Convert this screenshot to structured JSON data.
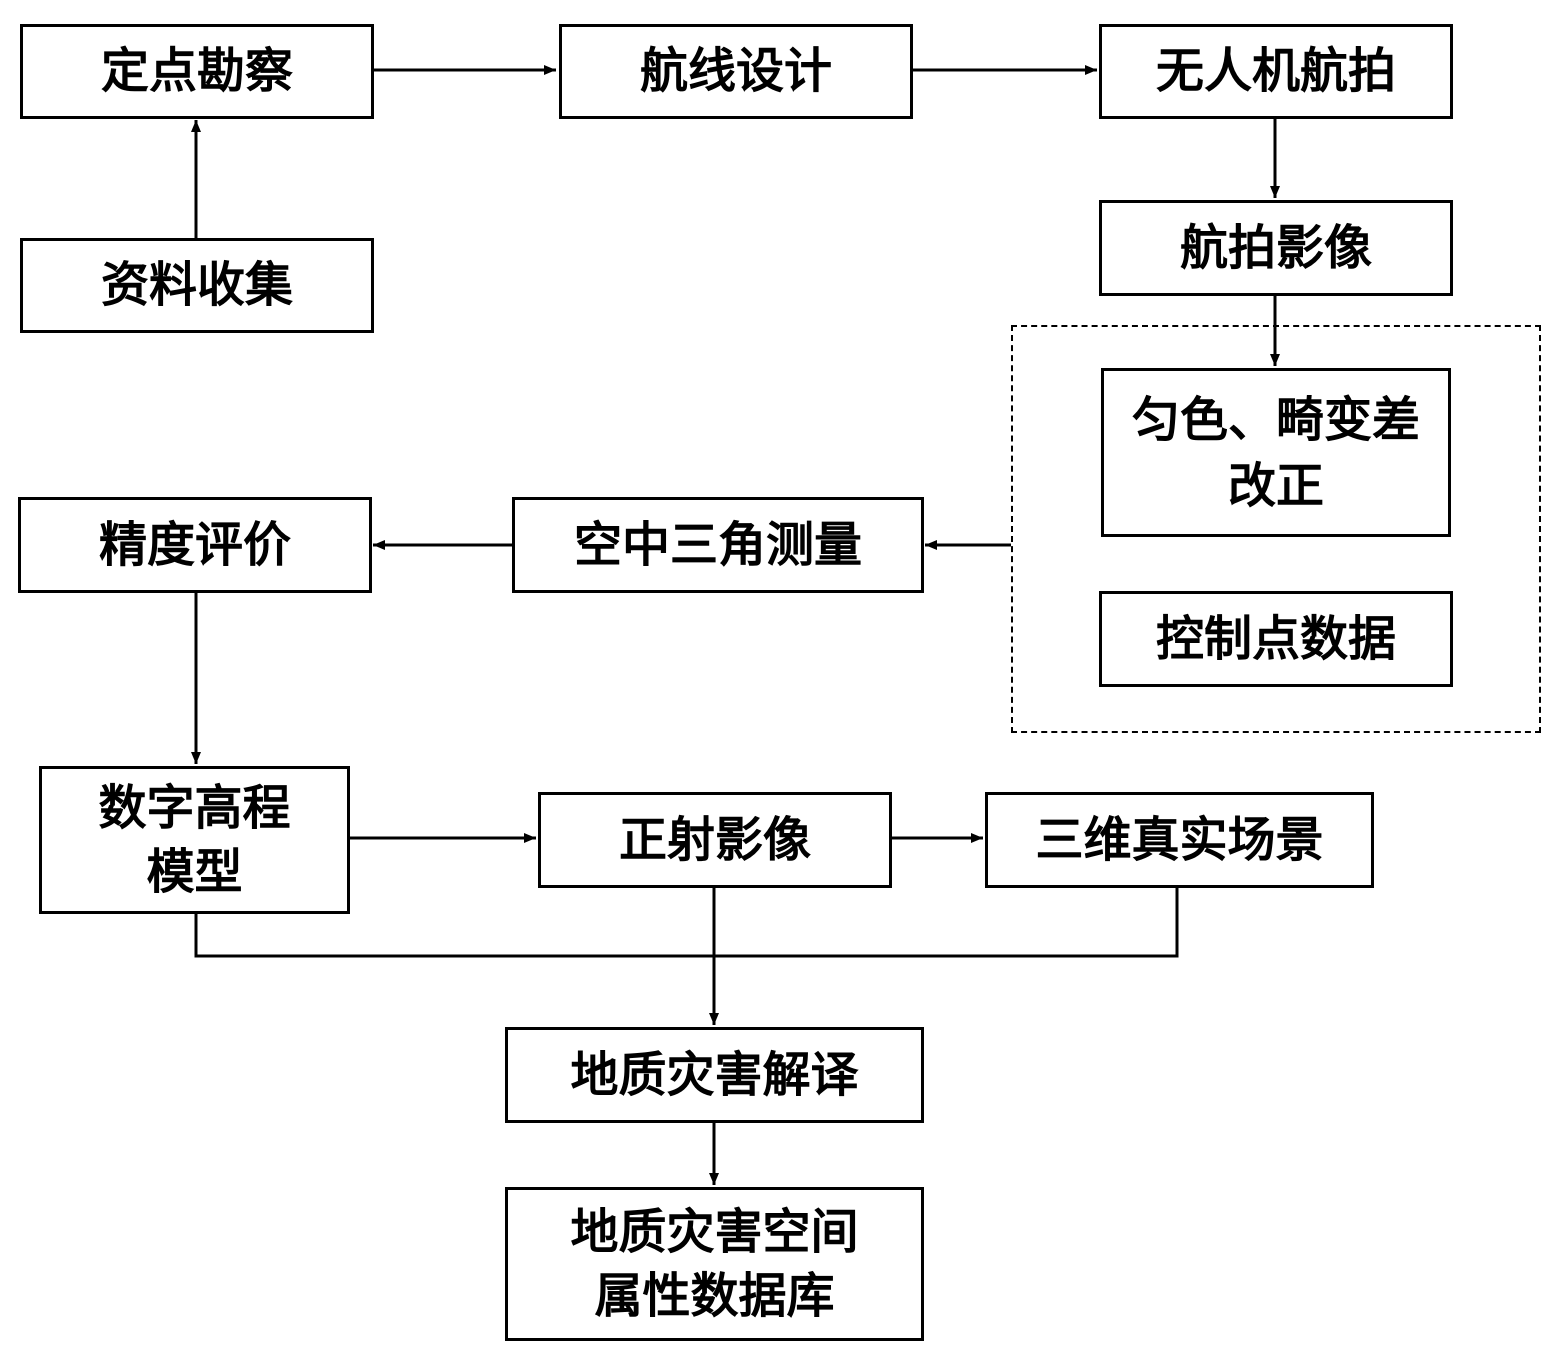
{
  "nodes": {
    "site_survey": "定点勘察",
    "data_collection": "资料收集",
    "route_design": "航线设计",
    "uav_photography": "无人机航拍",
    "aerial_images": "航拍影像",
    "color_correction": "匀色、畸变差改正",
    "control_points": "控制点数据",
    "aerial_triangulation": "空中三角测量",
    "accuracy_evaluation": "精度评价",
    "dem": "数字高程模型",
    "orthophoto": "正射影像",
    "3d_scene": "三维真实场景",
    "hazard_interpretation": "地质灾害解译",
    "hazard_database": "地质灾害空间属性数据库"
  }
}
